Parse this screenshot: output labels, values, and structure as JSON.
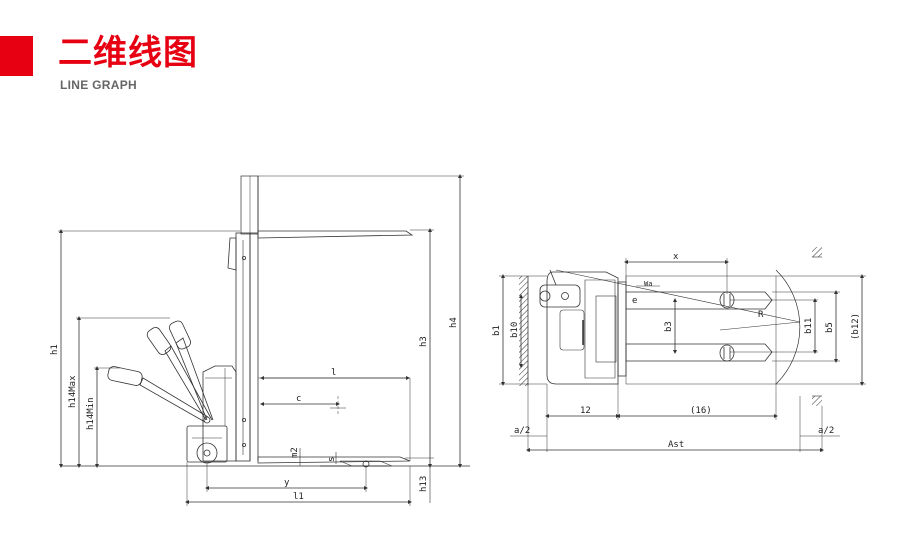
{
  "header": {
    "title_cn": "二维线图",
    "title_en": "LINE GRAPH"
  },
  "colors": {
    "accent": "#e60012",
    "line": "#333333",
    "title_en": "#666666"
  },
  "side_view": {
    "labels": {
      "h1": "h1",
      "h14max": "h14Max",
      "h14min": "h14Min",
      "h3": "h3",
      "h4": "h4",
      "h13": "h13",
      "l": "l",
      "c": "c",
      "m2": "m2",
      "s": "s",
      "y": "y",
      "l1": "l1"
    }
  },
  "top_view": {
    "labels": {
      "x": "x",
      "e": "e",
      "wa": "Wa",
      "r": "R",
      "b1": "b1",
      "b10": "b10",
      "b3": "b3",
      "b11": "b11",
      "b5": "b5",
      "b12": "(b12)",
      "d12": "12",
      "d16": "(16)",
      "a2_left": "a/2",
      "a2_right": "a/2",
      "ast": "Ast"
    }
  }
}
